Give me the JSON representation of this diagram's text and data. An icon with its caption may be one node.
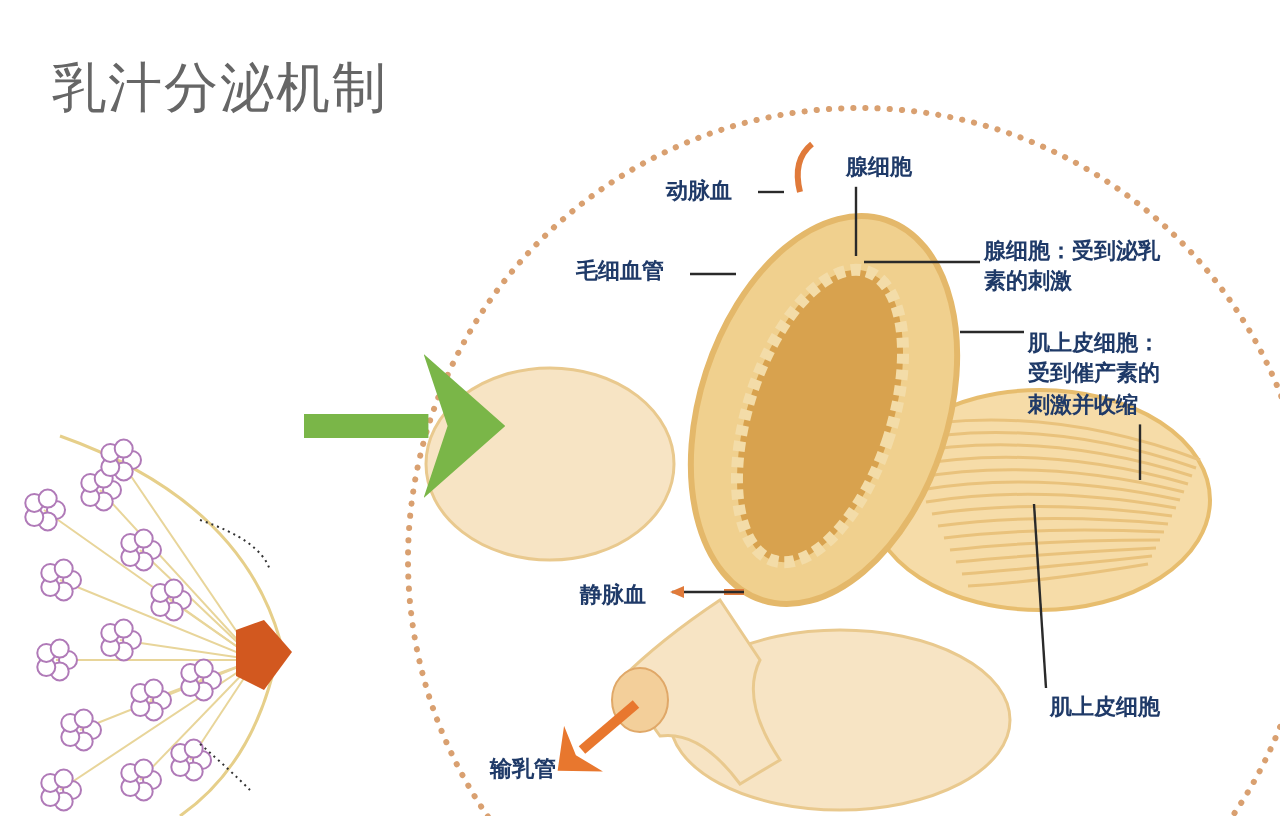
{
  "diagram": {
    "title": "乳汁分泌机制",
    "nodes": [
      {
        "text": [],
        "shape": "picture"
      },
      {
        "text": [],
        "shape": "circle"
      },
      {
        "text": [
          "动脉血"
        ],
        "in": 1
      },
      {
        "text": [
          "腺细胞"
        ],
        "in": 1
      },
      {
        "text": [
          "毛细血管"
        ],
        "in": 1
      },
      {
        "text": [
          "腺细胞：受到泌乳素的刺激"
        ],
        "in": 1
      },
      {
        "text": [
          "肌上皮细胞：受到催产素的刺激并收缩"
        ],
        "in": 1
      },
      {
        "text": [
          "静脉血"
        ],
        "in": 1
      },
      {
        "text": [
          "肌上皮细胞"
        ],
        "in": 1
      },
      {
        "text": [
          "输乳管"
        ],
        "in": 1
      }
    ],
    "edges": [
      {
        "from": 0,
        "to": 1,
        "arrow": "to",
        "style": "thick",
        "color": "#7ab648"
      },
      {
        "from": 2,
        "to": null,
        "arrow": "none"
      },
      {
        "from": 3,
        "to": null,
        "arrow": "none"
      },
      {
        "from": 4,
        "to": null,
        "arrow": "none"
      },
      {
        "from": 5,
        "to": null,
        "arrow": "none"
      },
      {
        "from": 6,
        "to": null,
        "arrow": "none"
      },
      {
        "from": 6,
        "to": null,
        "arrow": "none"
      },
      {
        "from": null,
        "to": 7,
        "arrow": "to"
      },
      {
        "from": 8,
        "to": null,
        "arrow": "none"
      },
      {
        "from": null,
        "to": 9,
        "arrow": "to",
        "style": "thick",
        "color": "#e8772e"
      }
    ]
  }
}
